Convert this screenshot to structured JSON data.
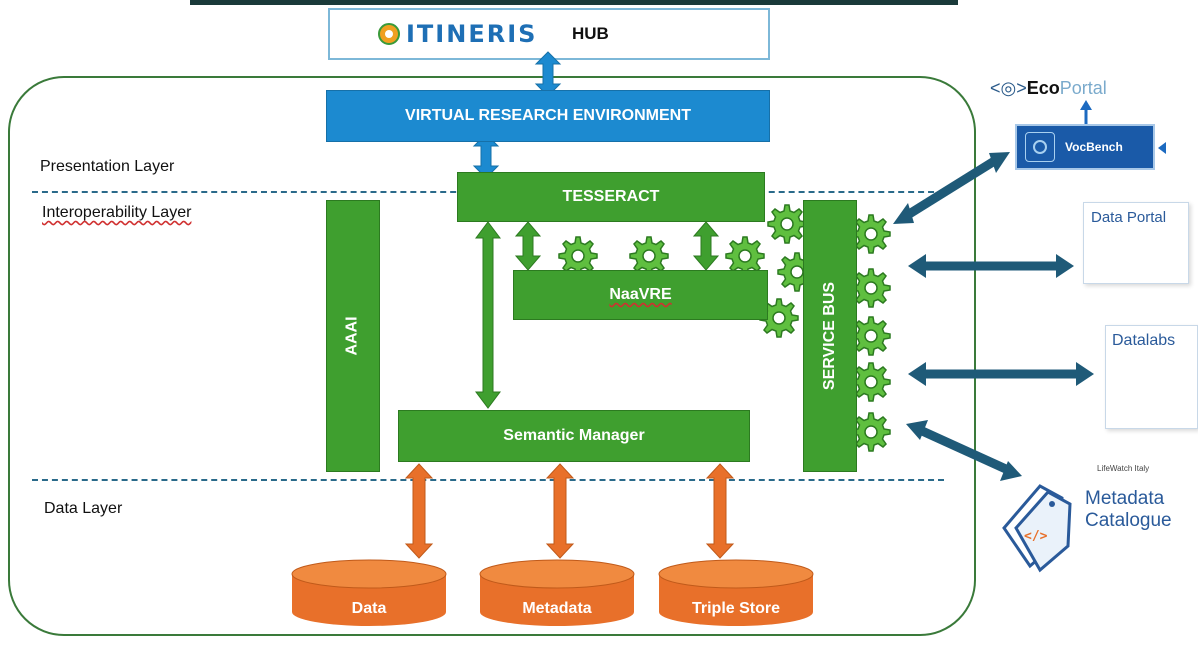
{
  "hub": {
    "name": "ITINERIS",
    "suffix": "HUB"
  },
  "layers": {
    "presentation": "Presentation Layer",
    "interoperability": "Interoperability Layer",
    "data": "Data Layer"
  },
  "components": {
    "vre": "VIRTUAL RESEARCH ENVIRONMENT",
    "tesseract": "TESSERACT",
    "naavre": "NaaVRE",
    "aaai": "AAAI",
    "service_bus": "SERVICE BUS",
    "semantic_manager": "Semantic Manager"
  },
  "stores": [
    "Data",
    "Metadata",
    "Triple Store"
  ],
  "external": {
    "ecoportal_prefix": "<",
    "ecoportal_bold": "Eco",
    "ecoportal_light": "Portal",
    "vocbench": "VocBench",
    "data_portal": "Data Portal",
    "datalabs": "Datalabs",
    "lifewatch": "LifeWatch Italy",
    "metadata_catalogue_line1": "Metadata",
    "metadata_catalogue_line2": "Catalogue"
  },
  "colors": {
    "green": "#3f9f2f",
    "blue": "#1c8ad0",
    "orange": "#e8702a",
    "dark_teal_arrow": "#1f5a78"
  }
}
